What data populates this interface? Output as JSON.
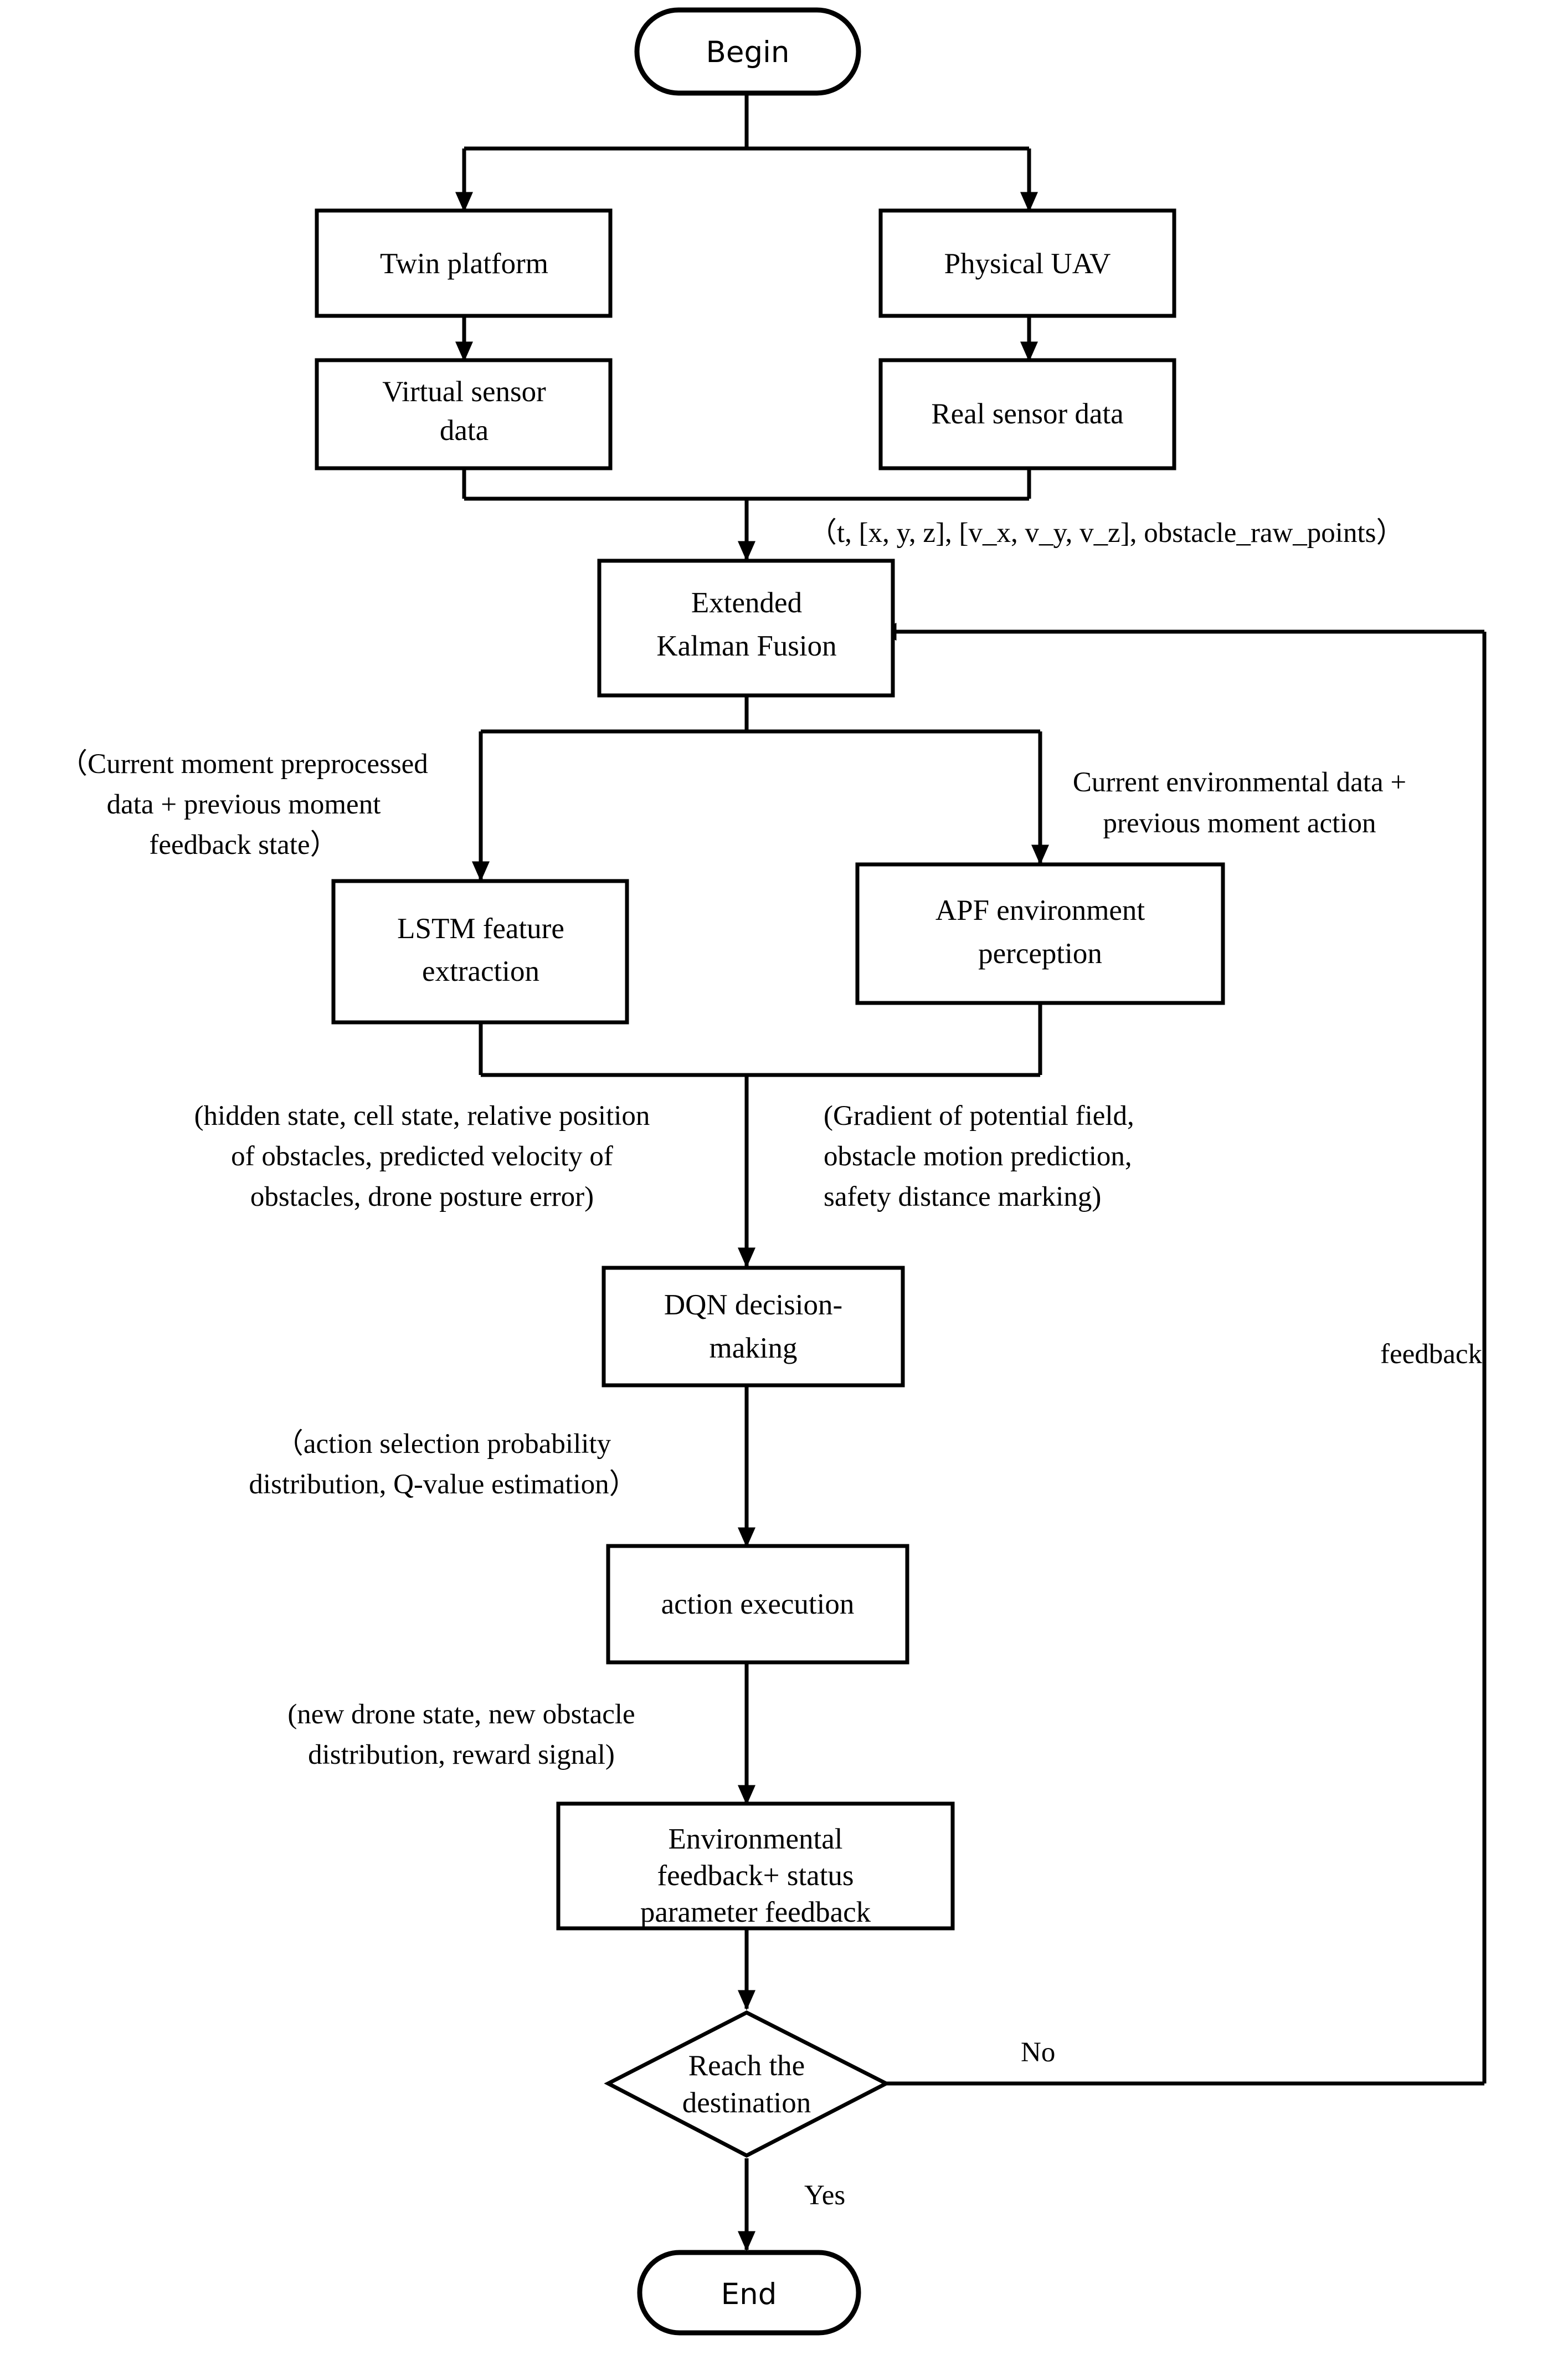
{
  "diagram": {
    "title": "UAV digital-twin navigation decision flowchart",
    "colors": {
      "stroke": "#000000",
      "fill": "#ffffff",
      "background": "#ffffff"
    },
    "nodes": {
      "begin": {
        "label": "Begin",
        "shape": "terminator"
      },
      "twin_platform": {
        "label": "Twin platform",
        "shape": "process"
      },
      "physical_uav": {
        "label": "Physical UAV",
        "shape": "process"
      },
      "virtual_sensor_data": {
        "label_line1": "Virtual sensor",
        "label_line2": "data",
        "shape": "process"
      },
      "real_sensor_data": {
        "label": "Real sensor data",
        "shape": "process"
      },
      "ekf": {
        "label_line1": "Extended",
        "label_line2": "Kalman Fusion",
        "shape": "process"
      },
      "lstm": {
        "label_line1": "LSTM feature",
        "label_line2": "extraction",
        "shape": "process"
      },
      "apf": {
        "label_line1": "APF environment",
        "label_line2": "perception",
        "shape": "process"
      },
      "dqn": {
        "label_line1": "DQN decision-",
        "label_line2": "making",
        "shape": "process"
      },
      "action_execution": {
        "label": "action execution",
        "shape": "process"
      },
      "env_feedback": {
        "label_line1": "Environmental",
        "label_line2": "feedback+ status",
        "label_line3": "parameter feedback",
        "shape": "process"
      },
      "decision": {
        "label_line1": "Reach the",
        "label_line2": "destination",
        "shape": "decision"
      },
      "end": {
        "label": "End",
        "shape": "terminator"
      }
    },
    "edge_labels": {
      "sensor_to_ekf": "（t, [x, y, z], [v_x, v_y, v_z], obstacle_raw_points）",
      "ekf_to_lstm": {
        "line1": "（Current moment preprocessed",
        "line2": "data + previous moment",
        "line3": "feedback state）"
      },
      "ekf_to_apf": {
        "line1": "Current environmental data +",
        "line2": "previous moment action"
      },
      "lstm_to_dqn": {
        "line1": "(hidden state, cell state, relative position",
        "line2": "of obstacles, predicted velocity of",
        "line3": "obstacles, drone posture error)"
      },
      "apf_to_dqn": {
        "line1": "(Gradient of potential field,",
        "line2": "obstacle motion prediction,",
        "line3": "safety distance marking)"
      },
      "dqn_to_action": {
        "line1": "（action selection probability",
        "line2": "distribution, Q-value estimation）"
      },
      "action_to_env": {
        "line1": "(new drone state, new obstacle",
        "line2": "distribution, reward signal)"
      },
      "decision_no": "No",
      "decision_yes": "Yes",
      "feedback_loop": "feedback"
    }
  }
}
